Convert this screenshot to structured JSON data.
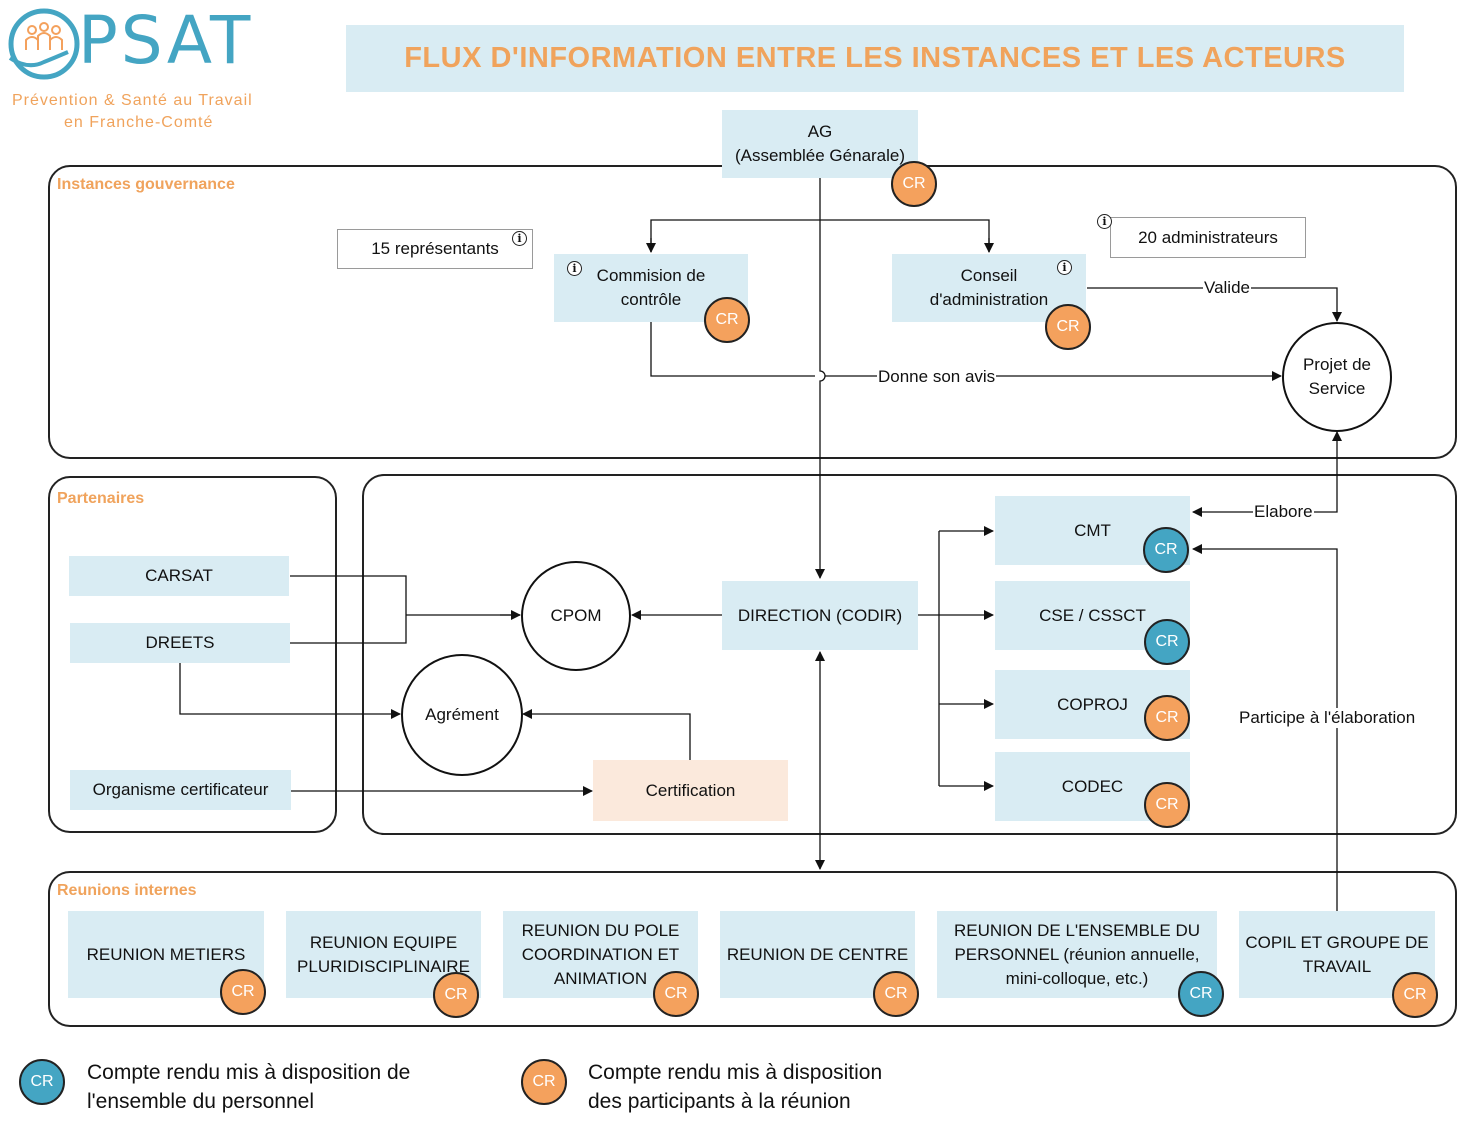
{
  "logo": {
    "name": "PSAT",
    "tagline_1": "Prévention & Santé au Travail",
    "tagline_2": "en Franche-Comté"
  },
  "title": "FLUX D'INFORMATION ENTRE LES INSTANCES ET LES ACTEURS",
  "colors": {
    "accent_orange": "#f4a15d",
    "accent_blue": "#44a5c3",
    "box_fill": "#d9ecf3",
    "title_text": "#f0a35c",
    "certification_fill": "#fbe9dc"
  },
  "cr_label": "CR",
  "info_glyph": "i",
  "ag": {
    "line1": "AG",
    "line2": "(Assemblée Génarale)"
  },
  "groups": {
    "gouvernance": "Instances gouvernance",
    "partenaires": "Partenaires",
    "reunions": "Reunions internes"
  },
  "gouvernance": {
    "representants": "15 représentants",
    "administrateurs": "20 administrateurs",
    "commission_1": "Commision de",
    "commission_2": "contrôle",
    "conseil_1": "Conseil",
    "conseil_2": "d'administration",
    "projet_1": "Projet de",
    "projet_2": "Service",
    "valide": "Valide",
    "donne_avis": "Donne son avis"
  },
  "partenaires": {
    "carsat": "CARSAT",
    "dreets": "DREETS",
    "organisme": "Organisme certificateur"
  },
  "center": {
    "cpom": "CPOM",
    "agrement": "Agrément",
    "certification": "Certification",
    "direction": "DIRECTION (CODIR)",
    "cmt": "CMT",
    "cse": "CSE / CSSCT",
    "coproj": "COPROJ",
    "codec": "CODEC",
    "elabore": "Elabore",
    "participe": "Participe à l'élaboration"
  },
  "reunions": [
    {
      "lines": [
        "REUNION METIERS"
      ],
      "cr": "orange"
    },
    {
      "lines": [
        "REUNION EQUIPE",
        "PLURIDISCIPLINAIRE"
      ],
      "cr": "orange"
    },
    {
      "lines": [
        "REUNION DU POLE",
        "COORDINATION ET",
        "ANIMATION"
      ],
      "cr": "orange"
    },
    {
      "lines": [
        "REUNION DE CENTRE"
      ],
      "cr": "orange"
    },
    {
      "lines": [
        "REUNION DE L'ENSEMBLE DU",
        "PERSONNEL (réunion annuelle,",
        "mini-colloque, etc.)"
      ],
      "cr": "blue"
    },
    {
      "lines": [
        "COPIL ET GROUPE DE",
        "TRAVAIL"
      ],
      "cr": "orange"
    }
  ],
  "legend": {
    "blue_1": "Compte rendu mis à disposition de",
    "blue_2": "l'ensemble du personnel",
    "orange_1": "Compte rendu mis à disposition",
    "orange_2": "des participants à la réunion"
  }
}
